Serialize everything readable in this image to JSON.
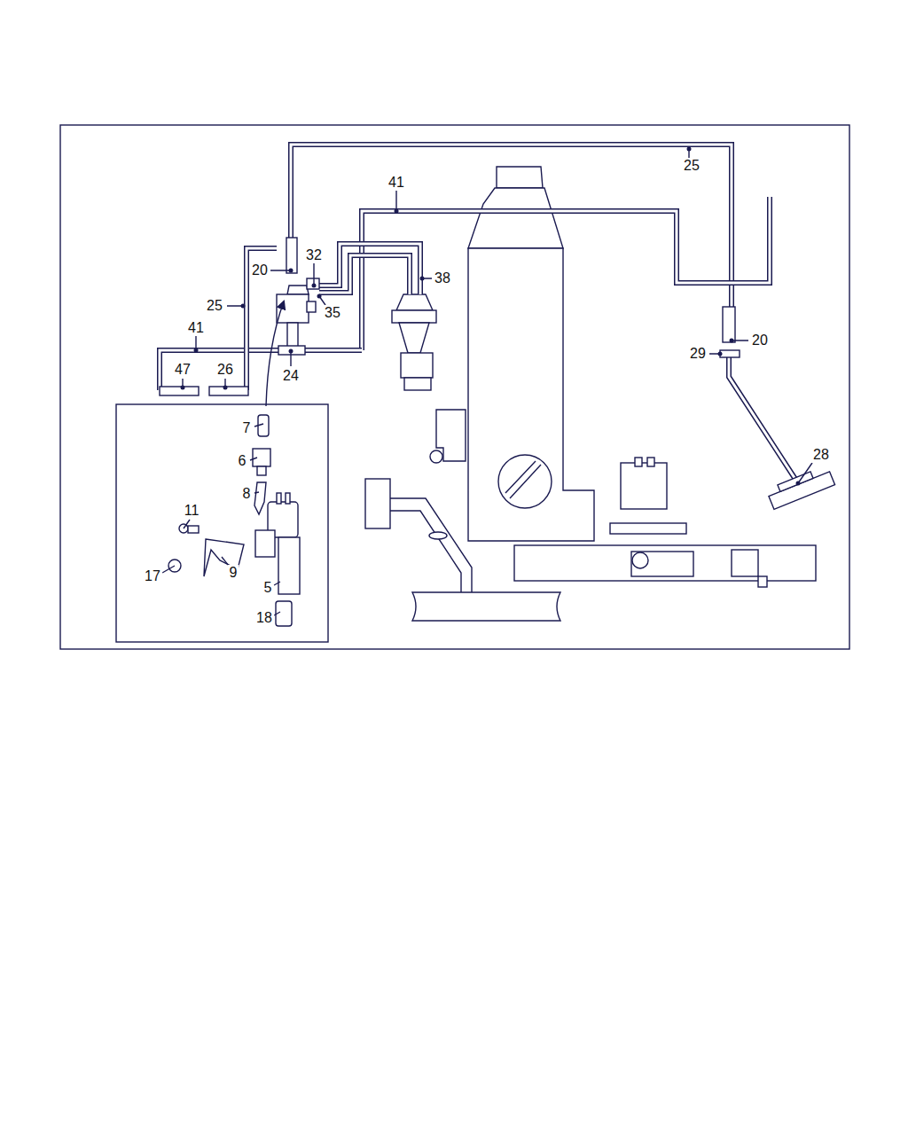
{
  "diagram": {
    "labels": [
      "25",
      "41",
      "20",
      "32",
      "38",
      "25",
      "35",
      "20",
      "41",
      "29",
      "24",
      "47",
      "26",
      "28",
      "7",
      "6",
      "8",
      "11",
      "9",
      "17",
      "5",
      "18"
    ]
  }
}
